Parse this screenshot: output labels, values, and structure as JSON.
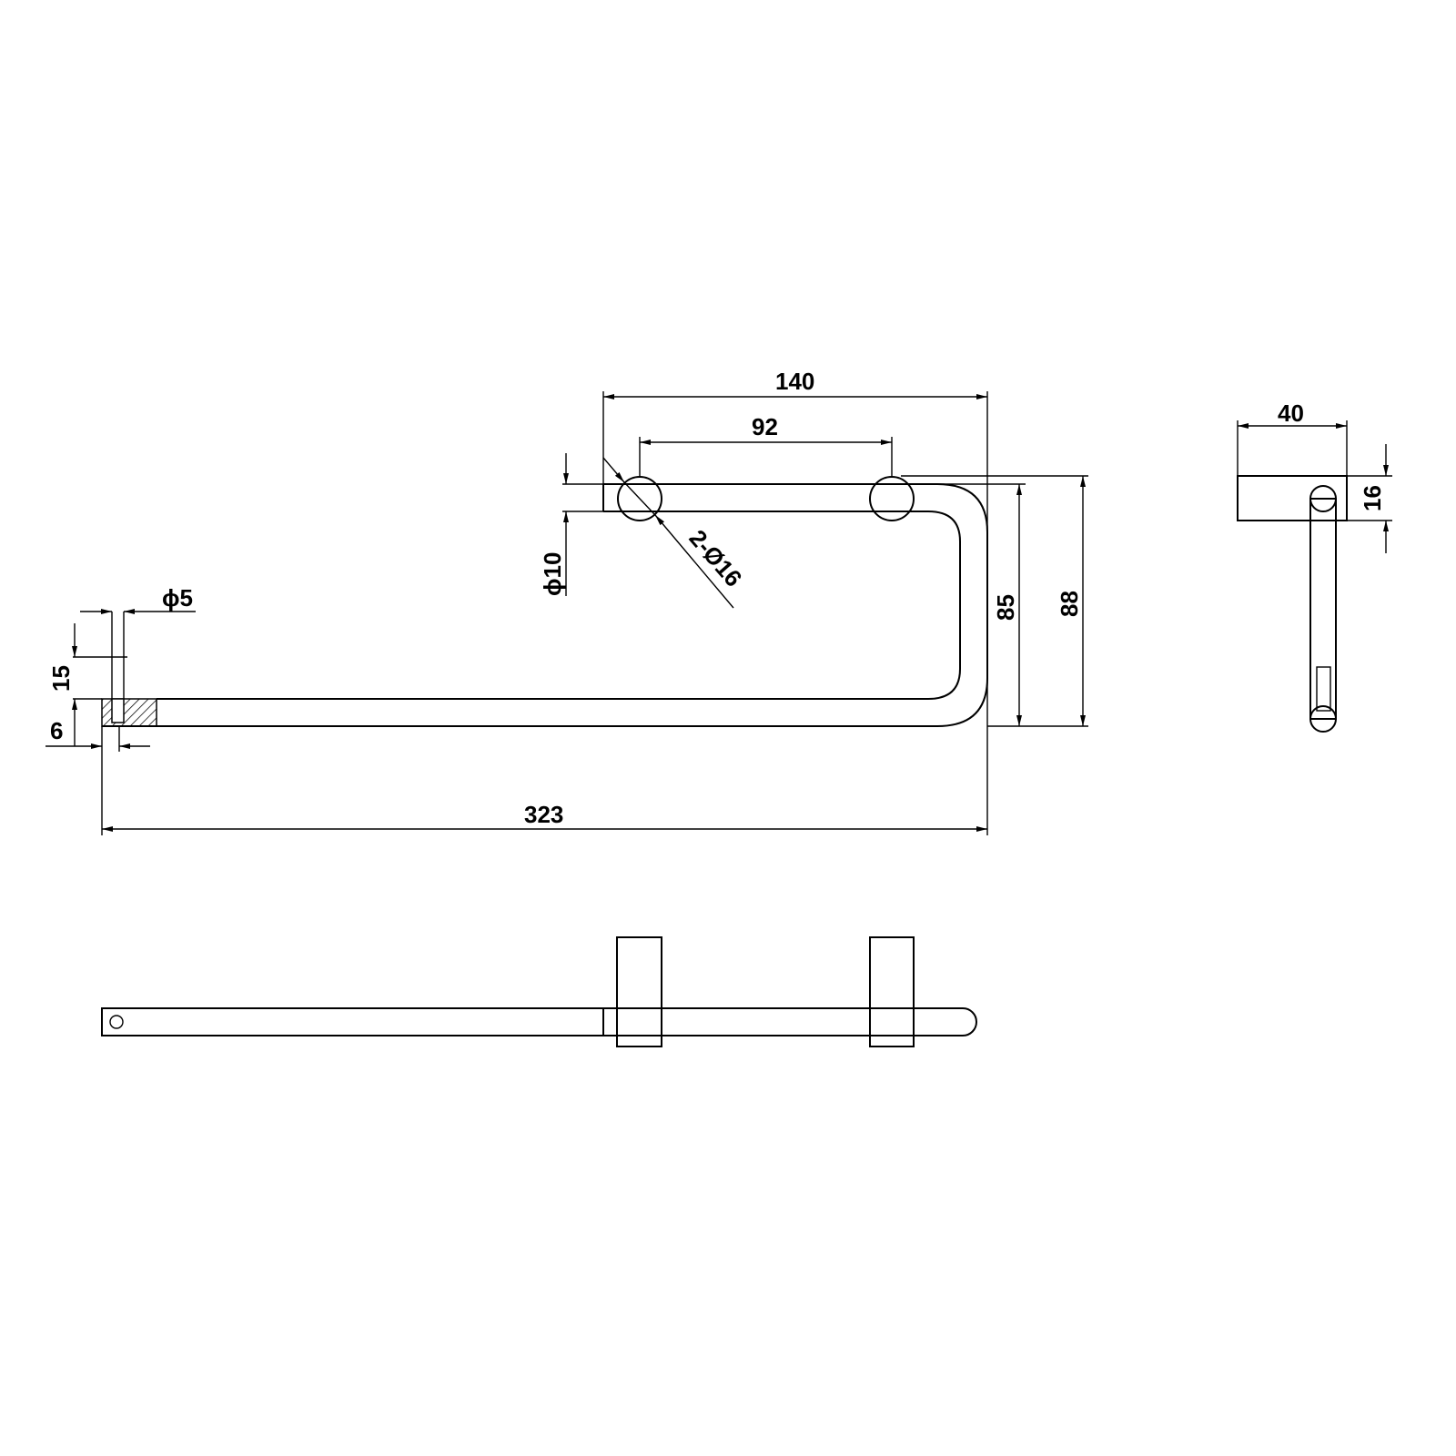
{
  "drawing": {
    "stroke_color": "#000000",
    "background": "#ffffff",
    "dimensions": {
      "overall_length": "323",
      "mount_spacing_outer": "140",
      "mount_spacing": "92",
      "height_inner": "85",
      "height_outer": "88",
      "rod_diameter": "ϕ10",
      "mount_diameter": "2-Ø16",
      "hole_diameter": "ϕ5",
      "hole_depth": "15",
      "hole_offset": "6",
      "side_depth": "40",
      "side_mount_height": "16"
    }
  }
}
